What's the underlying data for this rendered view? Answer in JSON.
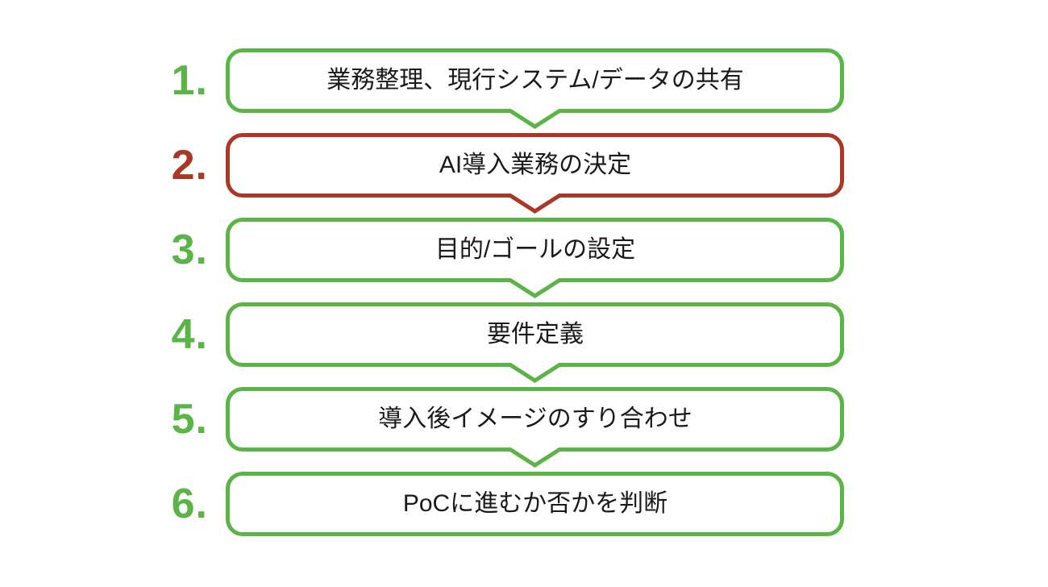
{
  "diagram": {
    "description": "AI introduction process flow, 6 numbered steps with downward chevron connectors",
    "background": "#ffffff"
  },
  "colors": {
    "green": "#5AB446",
    "red": "#A93826",
    "text": "#1A1A1A"
  },
  "steps": [
    {
      "number": "1.",
      "label": "業務整理、現行システム/データの共有",
      "color": "green",
      "has_arrow": true
    },
    {
      "number": "2.",
      "label": "AI導入業務の決定",
      "color": "red",
      "has_arrow": true
    },
    {
      "number": "3.",
      "label": "目的/ゴールの設定",
      "color": "green",
      "has_arrow": true
    },
    {
      "number": "4.",
      "label": "要件定義",
      "color": "green",
      "has_arrow": true
    },
    {
      "number": "5.",
      "label": "導入後イメージのすり合わせ",
      "color": "green",
      "has_arrow": true
    },
    {
      "number": "6.",
      "label": "PoCに進むか否かを判断",
      "color": "green",
      "has_arrow": false
    }
  ]
}
